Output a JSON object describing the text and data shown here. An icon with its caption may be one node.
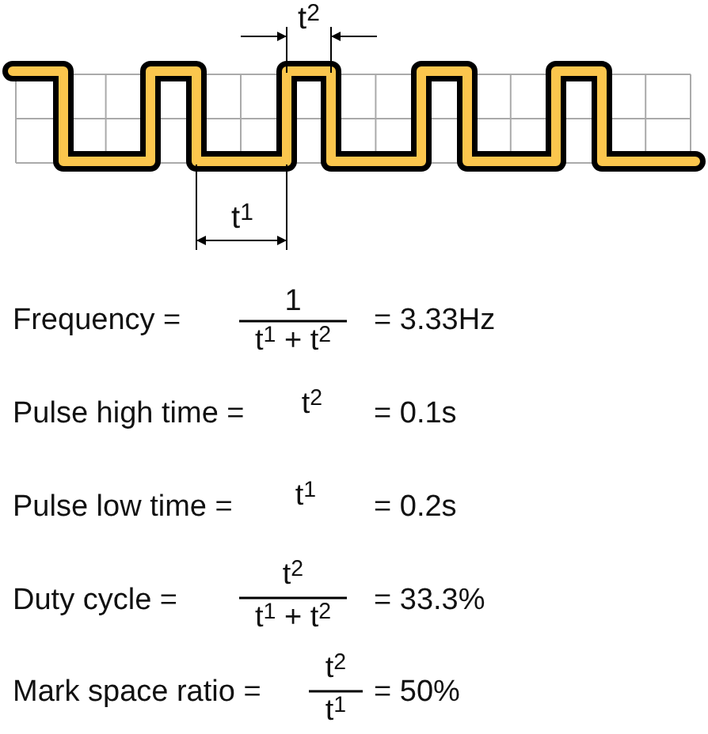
{
  "diagram": {
    "labels": [
      "t$^{2}$",
      "t$^{1}$",
      "Frequency =",
      "1",
      "t$^{1}$ + t$^{2}$",
      "= 3.33Hz",
      "Pulse high time =",
      "t$^{2}$",
      "= 0.1s",
      "Pulse low time =",
      "t$^{1}$",
      "= 0.2s",
      "Duty cycle =",
      "t$^{2}$",
      "t$^{1}$ + t$^{2}$",
      "= 33.3%",
      "Mark space ratio =",
      "t$^{2}$",
      "t$^{1}$",
      "= 50%"
    ]
  }
}
